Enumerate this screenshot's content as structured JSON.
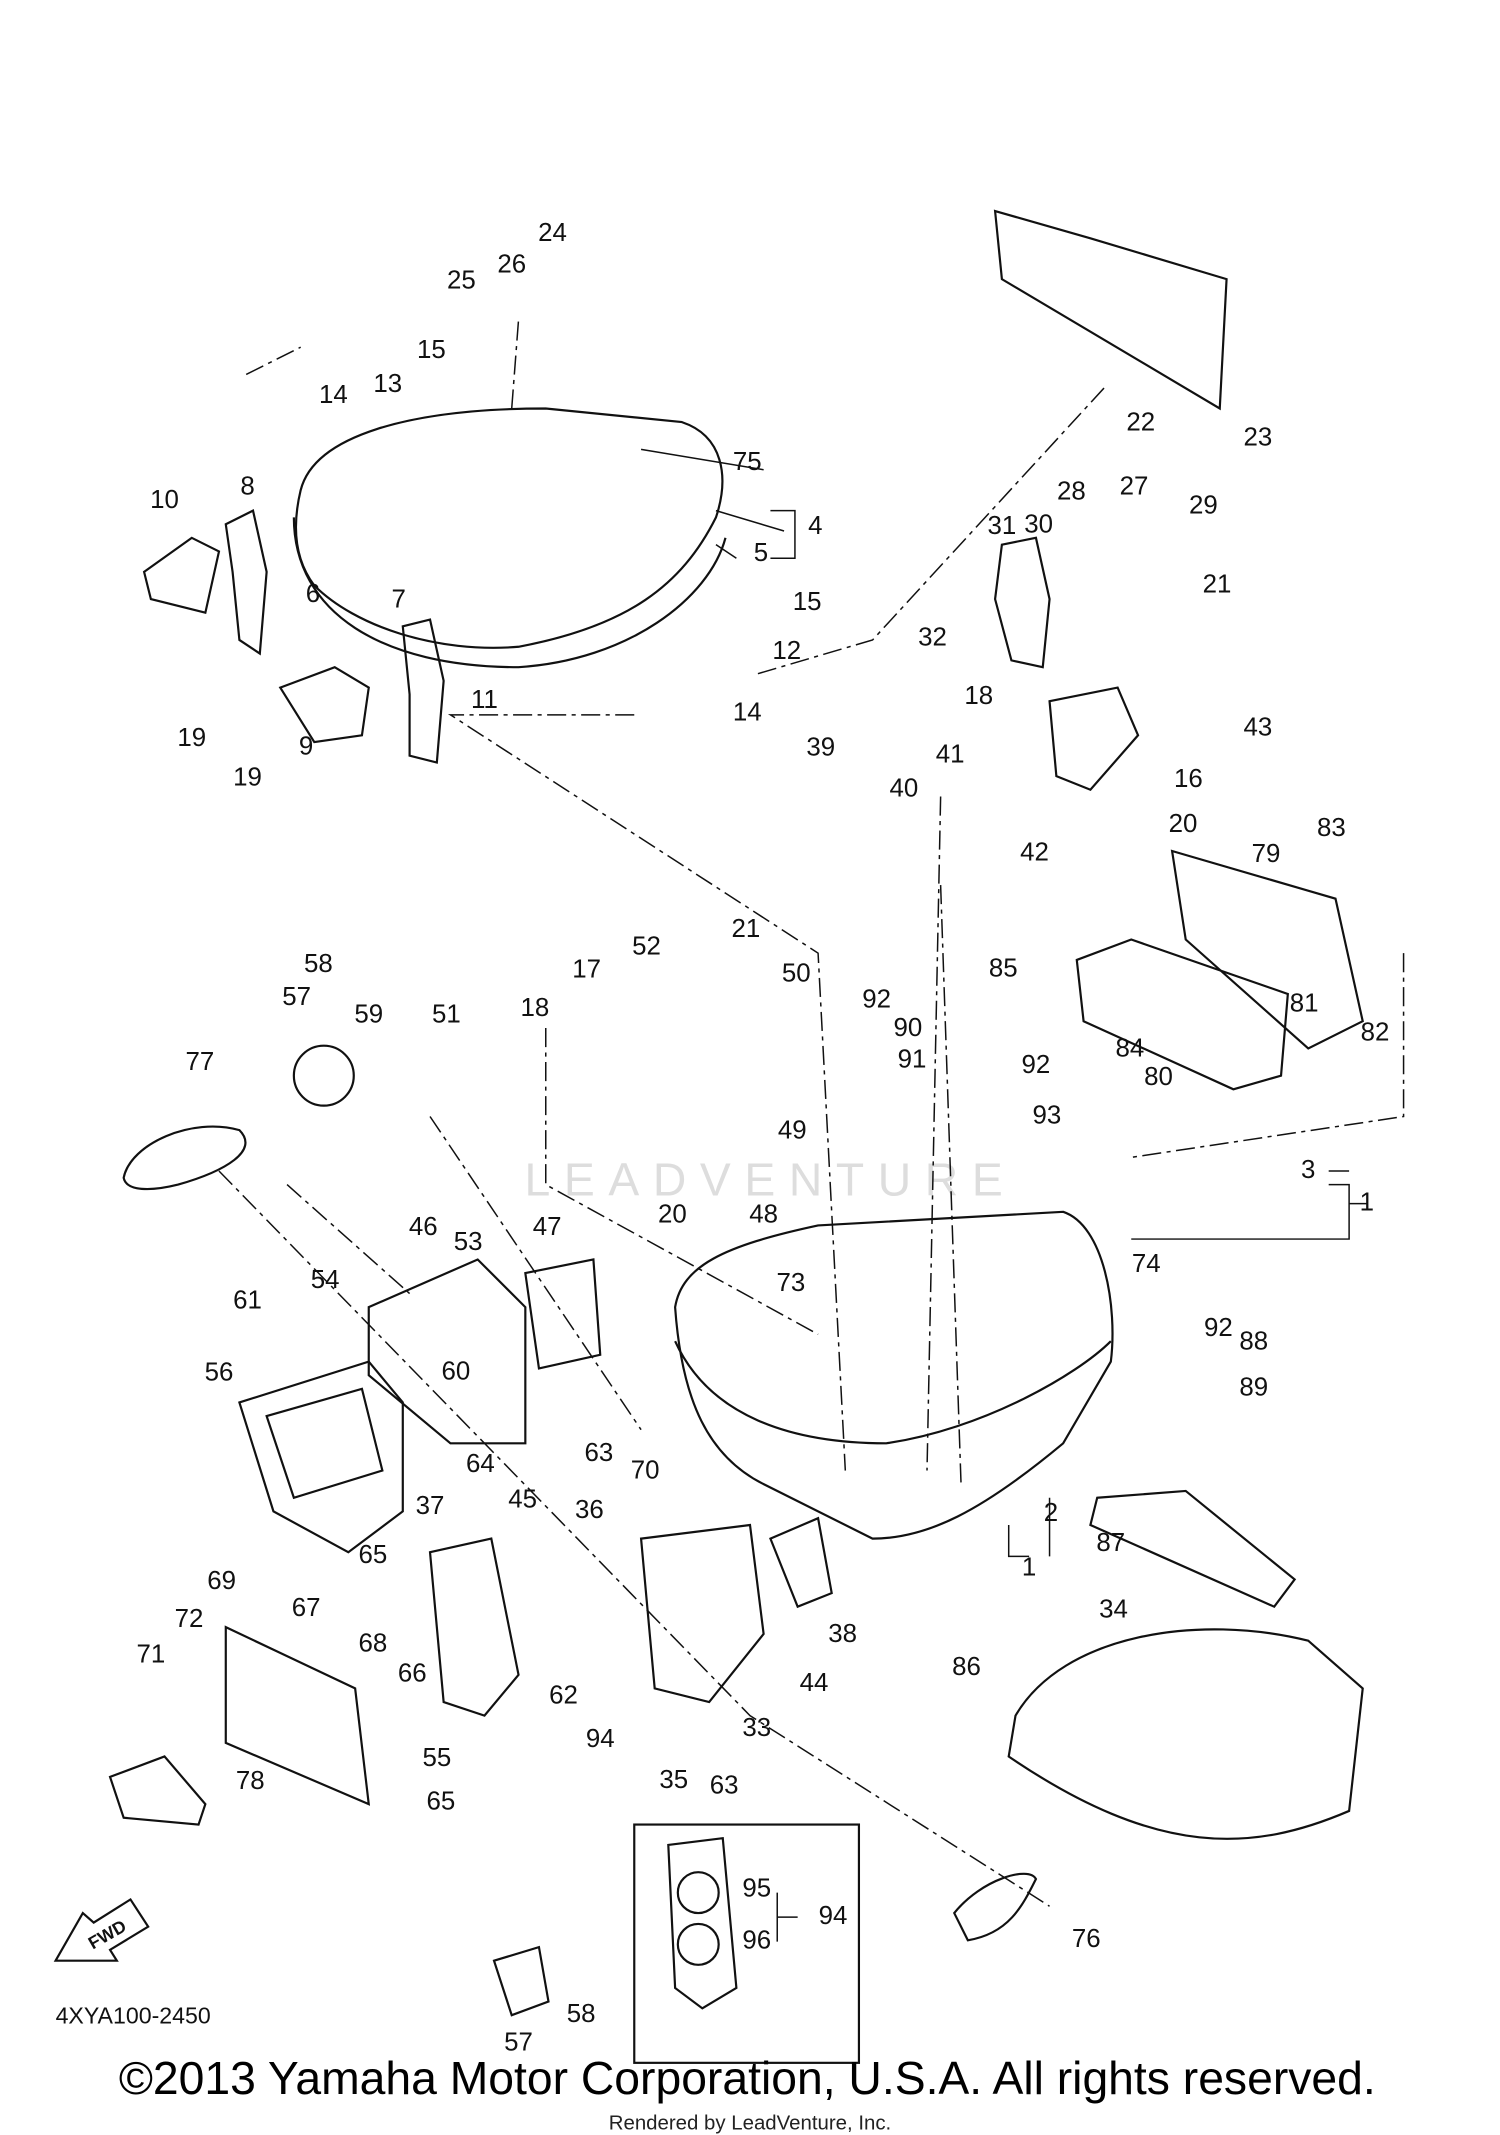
{
  "diagram": {
    "part_code": "4XYA100-2450",
    "fwd_label": "FWD",
    "watermark": "LEADVENTURE",
    "copyright": "©2013 Yamaha Motor Corporation, U.S.A. All rights reserved.",
    "rendered_by": "Rendered by LeadVenture, Inc.",
    "callouts": [
      "24",
      "25",
      "26",
      "15",
      "14",
      "13",
      "75",
      "4",
      "5",
      "10",
      "8",
      "6",
      "7",
      "11",
      "15",
      "12",
      "14",
      "19",
      "9",
      "19",
      "22",
      "23",
      "28",
      "30",
      "27",
      "29",
      "31",
      "32",
      "21",
      "18",
      "43",
      "16",
      "20",
      "39",
      "41",
      "40",
      "42",
      "83",
      "79",
      "85",
      "84",
      "81",
      "82",
      "80",
      "58",
      "57",
      "59",
      "52",
      "17",
      "21",
      "50",
      "18",
      "51",
      "92",
      "90",
      "91",
      "92",
      "93",
      "49",
      "20",
      "48",
      "77",
      "3",
      "1",
      "46",
      "53",
      "47",
      "54",
      "61",
      "73",
      "74",
      "92",
      "88",
      "89",
      "56",
      "60",
      "63",
      "70",
      "64",
      "37",
      "45",
      "36",
      "65",
      "2",
      "1",
      "87",
      "69",
      "67",
      "68",
      "72",
      "66",
      "62",
      "38",
      "44",
      "86",
      "34",
      "71",
      "33",
      "55",
      "94",
      "35",
      "63",
      "65",
      "78",
      "76",
      "95",
      "96",
      "94",
      "57",
      "58"
    ]
  }
}
